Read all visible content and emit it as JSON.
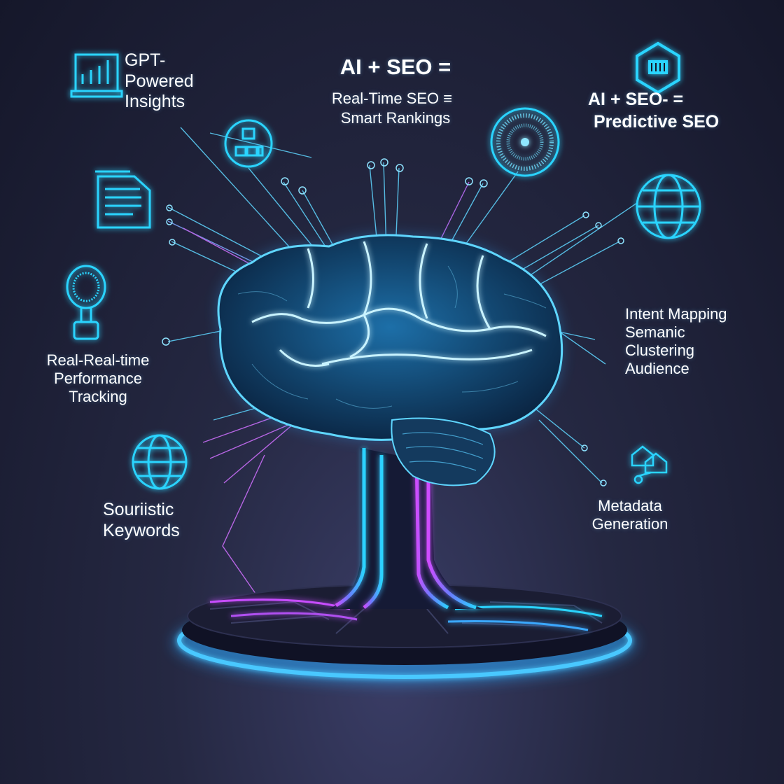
{
  "header": {
    "title": "AI + SEO =",
    "subtitle_line1": "Real-Time SEO ≡",
    "subtitle_line2": "Smart Rankings"
  },
  "labels": {
    "gpt_insights": "GPT-\nPowered\nInsights",
    "predictive_title": "AI  +  SEO-  =",
    "predictive_sub": "Predictive SEO",
    "intent": "Intent Mapping\n Semanic\n Clustering\n Audience",
    "performance": "Real-Real-time\nPerformance\nTracking",
    "keywords": "Souriistic\nKeywords",
    "metadata": "Metadata\nGeneration"
  },
  "colors": {
    "accent_cyan": "#2ad4ff",
    "accent_blue": "#3a9bff",
    "accent_magenta": "#c84dff",
    "base_glow": "#2aa8ff"
  },
  "icons": [
    "bar-chart-monitor-icon",
    "document-icon",
    "microphone-icon",
    "globe-icon",
    "network-blocks-icon",
    "circuit-disc-icon",
    "hexagon-chip-icon",
    "world-grid-icon",
    "house-network-icon"
  ]
}
